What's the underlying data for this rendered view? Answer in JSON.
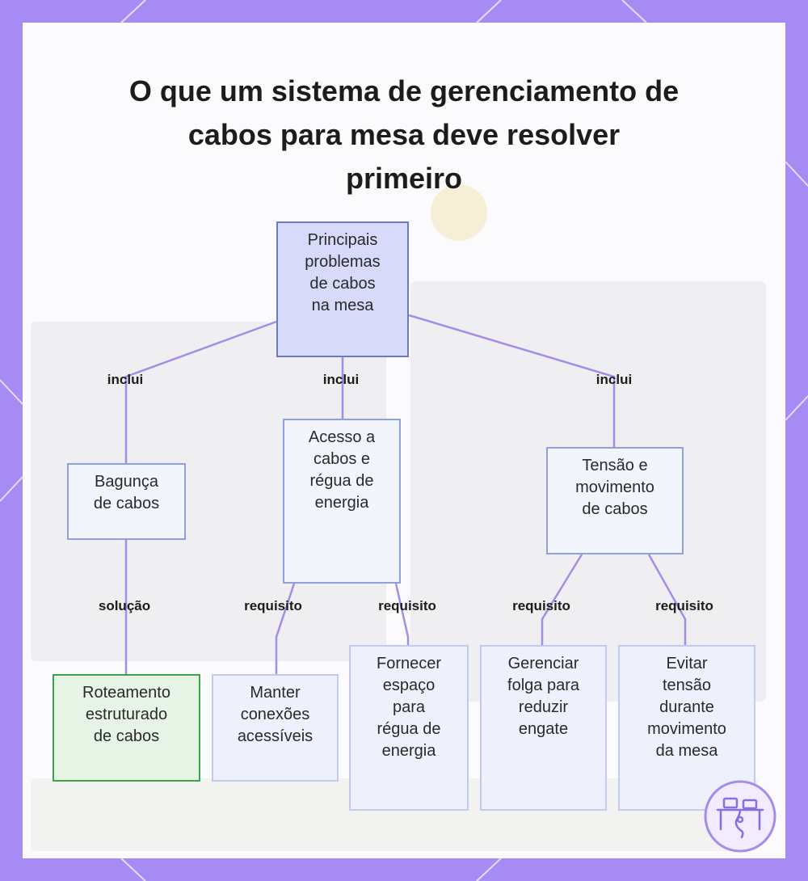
{
  "title": [
    "O que um sistema de gerenciamento de",
    "cabos para mesa deve resolver",
    "primeiro"
  ],
  "colors": {
    "frame": "#a78bf5",
    "root_fill": "#d7daf8",
    "node_fill": "#f3f5fd",
    "node_border": "#8fa0dd",
    "solution_fill": "#e6f4e6",
    "solution_border": "#3aa54a",
    "edge": "#a78be8"
  },
  "nodes": {
    "root": [
      "Principais",
      "problemas",
      "de cabos",
      "na mesa"
    ],
    "clutter": [
      "Bagunça",
      "de cabos"
    ],
    "access": [
      "Acesso a",
      "cabos e",
      "régua de",
      "energia"
    ],
    "tension": [
      "Tensão e",
      "movimento",
      "de cabos"
    ],
    "structured_routing": [
      "Roteamento",
      "estruturado",
      "de cabos"
    ],
    "keep_accessible": [
      "Manter",
      "conexões",
      "acessíveis"
    ],
    "power_strip_space": [
      "Fornecer",
      "espaço",
      "para",
      "régua de",
      "energia"
    ],
    "manage_slack": [
      "Gerenciar",
      "folga para",
      "reduzir",
      "engate"
    ],
    "avoid_tension": [
      "Evitar",
      "tensão",
      "durante",
      "movimento",
      "da mesa"
    ]
  },
  "edges": {
    "root_clutter": "inclui",
    "root_access": "inclui",
    "root_tension": "inclui",
    "clutter_routing": "solução",
    "access_keep": "requisito",
    "access_space": "requisito",
    "tension_slack": "requisito",
    "tension_avoid": "requisito"
  },
  "icons": {
    "logo": "desk-cable-logo-icon"
  }
}
